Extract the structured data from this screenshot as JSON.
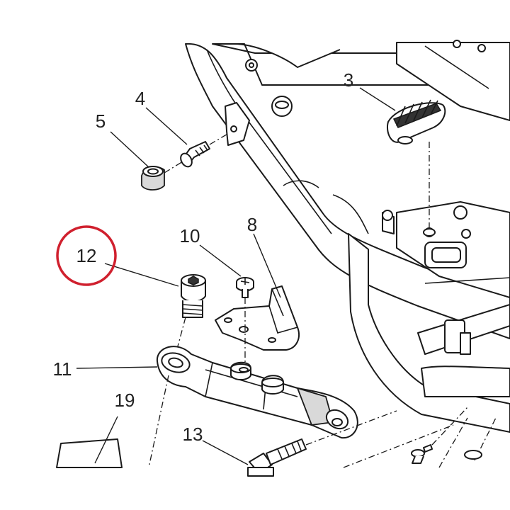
{
  "callouts": {
    "p3": "3",
    "p4": "4",
    "p5": "5",
    "p8": "8",
    "p10": "10",
    "p11": "11",
    "p12": "12",
    "p13": "13",
    "p19": "19"
  },
  "colors": {
    "highlight_circle": "#d0202e",
    "line": "#1a1a1a",
    "background": "#ffffff"
  },
  "highlighted_part": "12"
}
